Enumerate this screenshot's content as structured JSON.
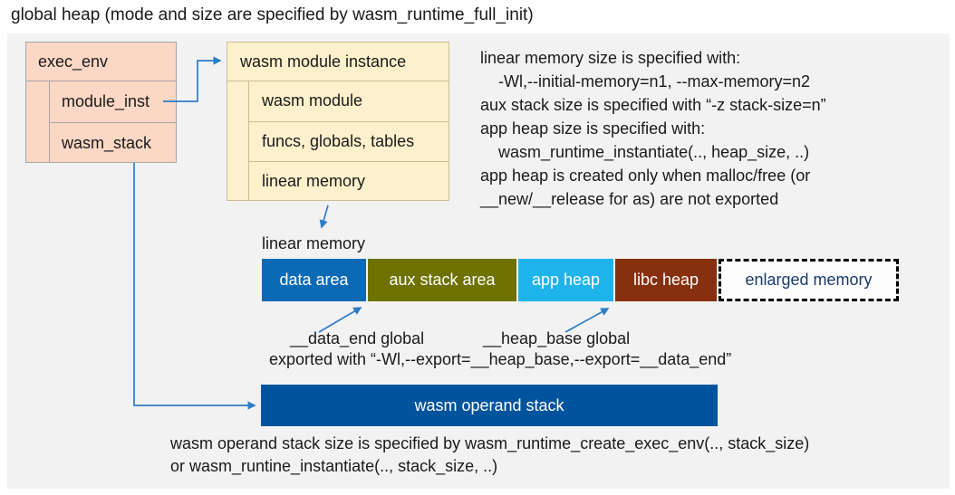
{
  "title": "global heap (mode and size are specified by wasm_runtime_full_init)",
  "colors": {
    "canvas_bg": "#f2f2f2",
    "exec_env_fill": "#fbd7c5",
    "exec_env_border": "#a6a6a6",
    "instance_fill": "#fdf0cc",
    "instance_border": "#cdbd95",
    "arrow_blue": "#2e7cc9",
    "data_area": "#0a6ab6",
    "aux_stack_area": "#6d7200",
    "app_heap": "#1fb3ec",
    "libc_heap": "#87300f",
    "enlarged_memory_text": "#1a3a6b",
    "operand_stack": "#00549d"
  },
  "exec_env": {
    "header": "exec_env",
    "rows": [
      {
        "label": "module_inst"
      },
      {
        "label": "wasm_stack"
      }
    ]
  },
  "module_instance": {
    "header": "wasm module instance",
    "rows": [
      {
        "label": "wasm module"
      },
      {
        "label": "funcs, globals, tables"
      },
      {
        "label": "linear memory"
      }
    ]
  },
  "notes_top": {
    "lines": [
      "linear memory size is specified with:",
      "-Wl,--initial-memory=n1, --max-memory=n2",
      "aux stack size is specified with “-z stack-size=n”",
      "app heap size is specified with:",
      "wasm_runtime_instantiate(.., heap_size, ..)",
      "app heap is created only when malloc/free (or",
      "__new/__release for as) are not exported"
    ]
  },
  "linear_memory": {
    "label": "linear memory",
    "segments": [
      {
        "label": "data area",
        "color": "#0a6ab6"
      },
      {
        "label": "aux stack area",
        "color": "#6d7200"
      },
      {
        "label": "app heap",
        "color": "#1fb3ec"
      },
      {
        "label": "libc heap",
        "color": "#87300f"
      }
    ],
    "enlarged_label": "enlarged memory"
  },
  "annotations": {
    "data_end": "__data_end global",
    "heap_base": "__heap_base global",
    "exported": "exported with “-Wl,--export=__heap_base,--export=__data_end”"
  },
  "operand_stack": {
    "label": "wasm operand stack"
  },
  "notes_bottom": {
    "lines": [
      "wasm operand stack size is specified by wasm_runtime_create_exec_env(.., stack_size)",
      "or wasm_runtine_instantiate(.., stack_size, ..)"
    ]
  }
}
